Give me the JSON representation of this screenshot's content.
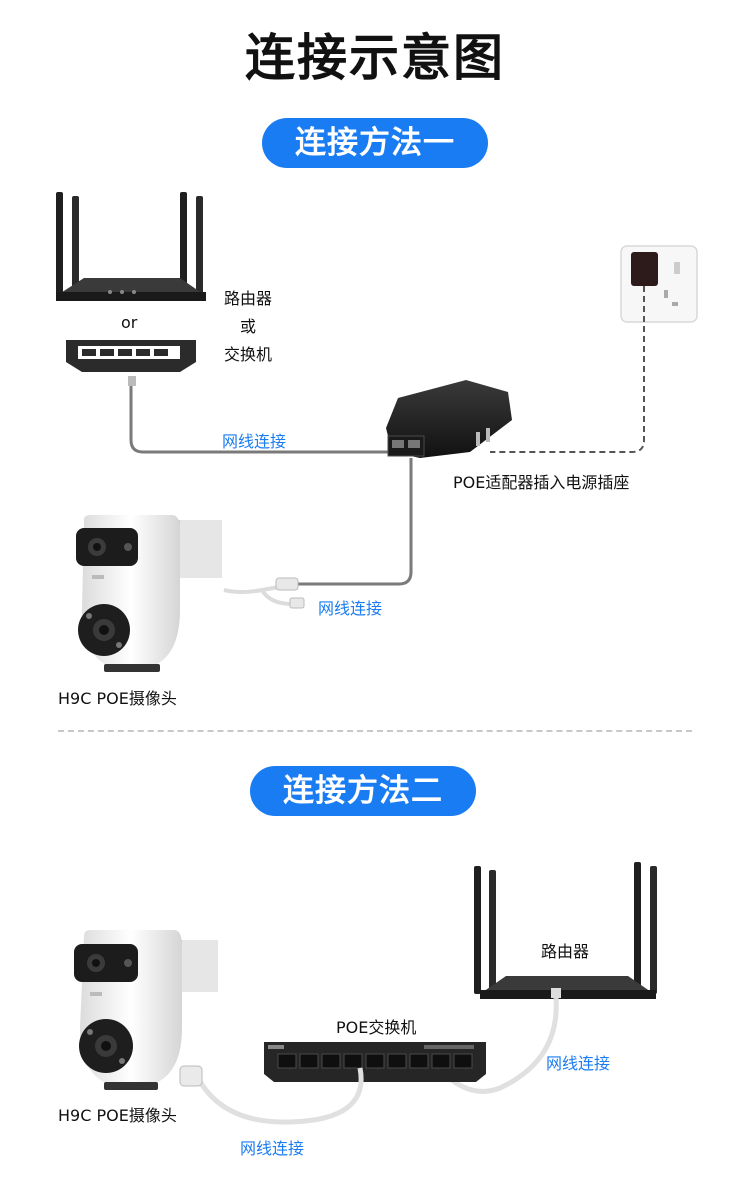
{
  "title": "连接示意图",
  "method1": {
    "heading": "连接方法一",
    "device_router": "路由器",
    "or_en": "or",
    "or_cn": "或",
    "device_switch": "交换机",
    "cable_label_top": "网线连接",
    "adapter_label": "POE适配器插入电源插座",
    "cable_label_bottom": "网线连接",
    "camera_label": "H9C POE摄像头"
  },
  "method2": {
    "heading": "连接方法二",
    "router_label": "路由器",
    "switch_label": "POE交换机",
    "cable_label_right": "网线连接",
    "camera_label": "H9C POE摄像头",
    "cable_label_bottom": "网线连接"
  },
  "icons": [
    "router-icon",
    "network-switch-icon",
    "poe-adapter-icon",
    "wall-socket-icon",
    "security-camera-icon",
    "poe-switch-icon"
  ],
  "colors": {
    "accent": "#1a7cf2",
    "cable": "#7a7a7a",
    "device_dark": "#222222"
  }
}
